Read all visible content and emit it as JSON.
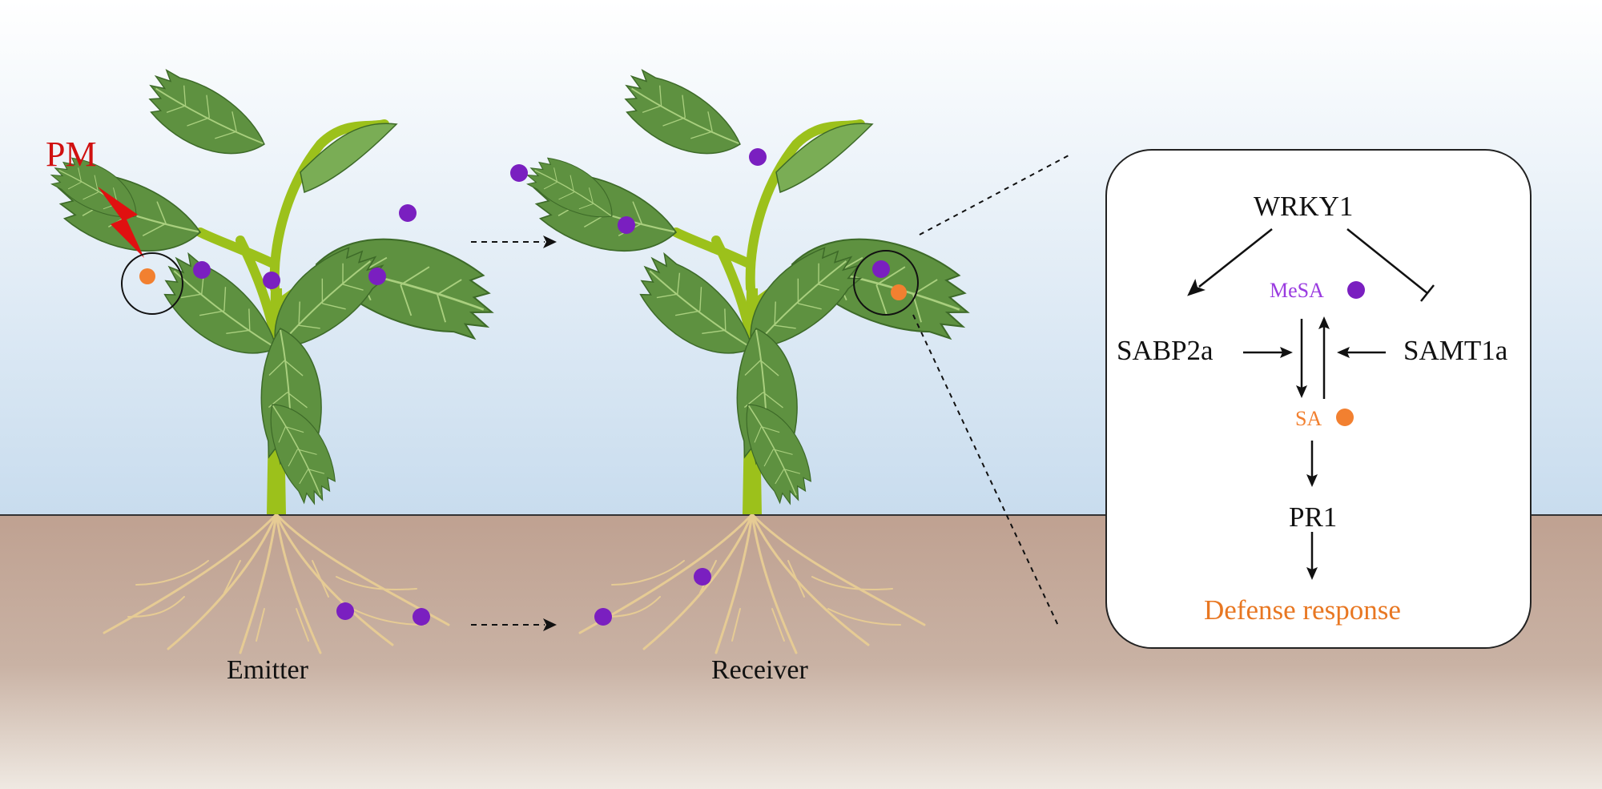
{
  "labels": {
    "pm": "PM",
    "emitter": "Emitter",
    "receiver": "Receiver"
  },
  "pathway": {
    "wrky1": "WRKY1",
    "mesa": "MeSA",
    "sabp2a": "SABP2a",
    "samt1a": "SAMT1a",
    "sa": "SA",
    "pr1": "PR1",
    "defense": "Defense response"
  },
  "colors": {
    "pm_red": "#e01010",
    "mesa_purple": "#7a1fc0",
    "mesa_text": "#9a3be0",
    "sa_orange": "#f28030",
    "defense_orange": "#e87722",
    "sky_top": "#ffffff",
    "sky_bottom": "#c9ddef",
    "soil": "#bfa191",
    "leaf": "#5e9140",
    "leaf_light": "#7aad55",
    "stem": "#9cc11b",
    "root": "#e6cb94"
  },
  "icons": [
    "lightning-icon",
    "mesa-molecule-icon",
    "sa-molecule-icon",
    "plant-icon"
  ]
}
